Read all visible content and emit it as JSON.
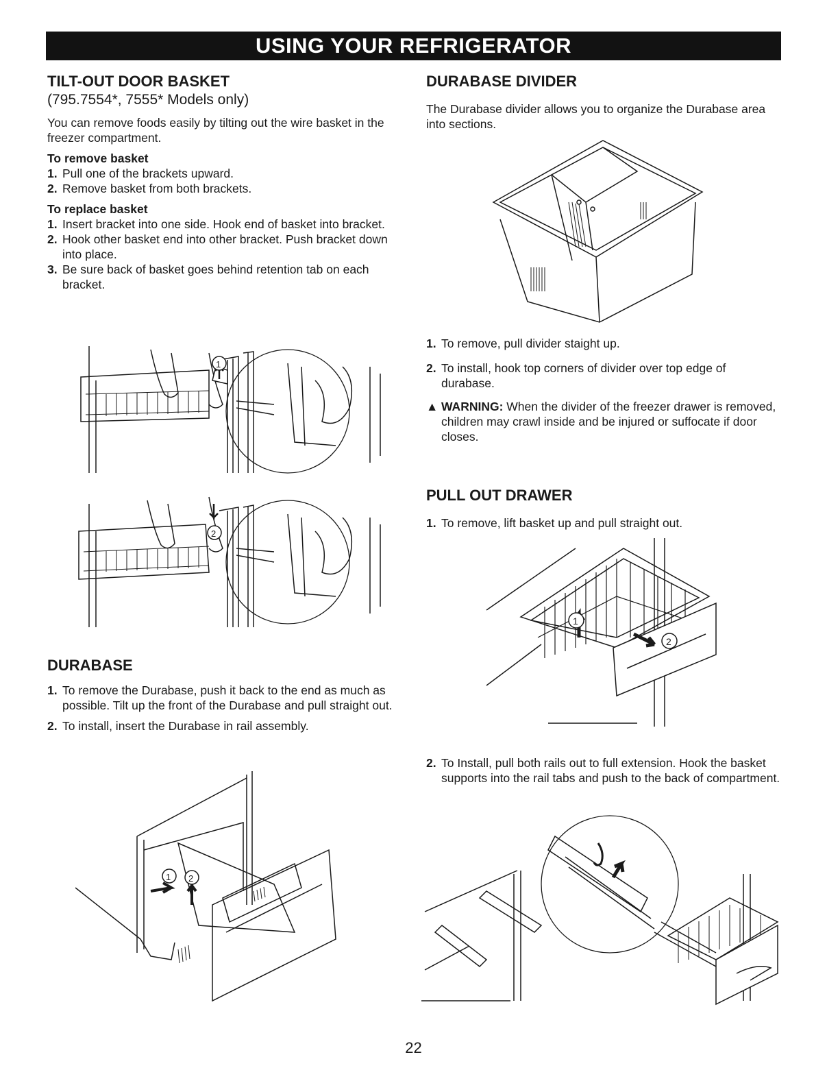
{
  "banner": "USING YOUR REFRIGERATOR",
  "left": {
    "tilt_title": "TILT-OUT DOOR BASKET",
    "tilt_models": "(795.7554*, 7555* Models only)",
    "tilt_intro": "You can remove foods easily by tilting out the wire basket in the freezer compartment.",
    "remove_label": "To remove basket",
    "remove_steps": [
      {
        "n": "1.",
        "t": "Pull one of the brackets upward."
      },
      {
        "n": "2.",
        "t": "Remove basket from both brackets."
      }
    ],
    "replace_label": "To replace basket",
    "replace_steps": [
      {
        "n": "1.",
        "t": "Insert bracket into one side. Hook end of basket into bracket."
      },
      {
        "n": "2.",
        "t": "Hook other basket end into other bracket. Push bracket down into place."
      },
      {
        "n": "3.",
        "t": "Be sure back of basket goes behind retention tab on each bracket."
      }
    ],
    "durabase_title": "DURABASE",
    "durabase_steps": [
      {
        "n": "1.",
        "t": "To remove the Durabase, push it back to the end as much as possible. Tilt up the front of the Durabase and pull straight out."
      },
      {
        "n": "2.",
        "t": "To install, insert the Durabase in rail assembly."
      }
    ]
  },
  "right": {
    "divider_title": "DURABASE DIVIDER",
    "divider_intro": "The Durabase divider allows you to organize the Durabase area into sections.",
    "divider_steps": [
      {
        "n": "1.",
        "t": "To remove, pull divider staight up."
      },
      {
        "n": "2.",
        "t": "To install, hook top corners of divider over top edge of durabase."
      }
    ],
    "warning_label": "WARNING:",
    "warning_text": "When the divider of the freezer drawer is removed, children may crawl inside and be injured or suffocate if door closes.",
    "drawer_title": "PULL OUT DRAWER",
    "drawer_step1": {
      "n": "1.",
      "t": "To remove, lift basket up and pull straight out."
    },
    "drawer_step2": {
      "n": "2.",
      "t": "To Install, pull both rails out to full extension. Hook the basket supports into the rail tabs and push to the back of compartment."
    }
  },
  "callouts": {
    "one": "1",
    "two": "2"
  },
  "page_number": "22"
}
